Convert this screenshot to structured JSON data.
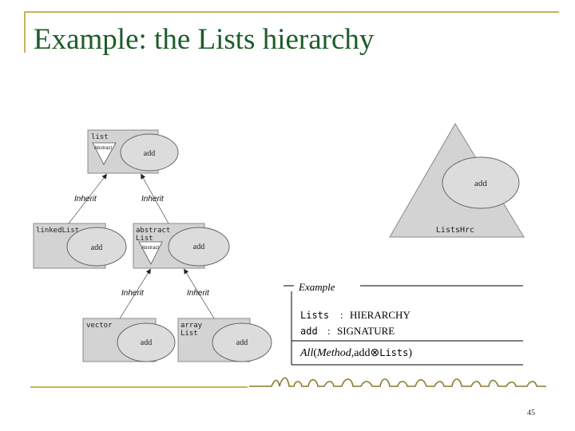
{
  "slide": {
    "title": "Example: the Lists hierarchy",
    "number": "45"
  },
  "hierarchy": {
    "nodes": {
      "list": {
        "name": "list",
        "method": "add",
        "abstract_label": "Abstract"
      },
      "linked_list": {
        "name": "linkedList",
        "method": "add"
      },
      "abstract_list": {
        "name_line1": "abstract",
        "name_line2": "List",
        "method": "add",
        "abstract_label": "Abstract"
      },
      "vector": {
        "name": "vector",
        "method": "add"
      },
      "array_list": {
        "name_line1": "array",
        "name_line2": "List",
        "method": "add"
      }
    },
    "edge_label": "Inherit"
  },
  "hrc": {
    "method": "add",
    "label": "ListsHrc"
  },
  "spec": {
    "heading": "Example",
    "line1_name": "Lists",
    "line1_type": "HIERARCHY",
    "line2_name": "add",
    "line2_type": "SIGNATURE",
    "colon": ":",
    "formula_quantifier": "All",
    "formula_open": "(",
    "formula_var": "Method",
    "formula_sep": ",",
    "formula_method": "add",
    "formula_op": "⊗",
    "formula_arg": "Lists",
    "formula_close": ")"
  },
  "colors": {
    "title": "#1d5c2a",
    "accent_rule": "#c8b35a",
    "box_fill": "#d3d3d3",
    "ellipse_fill": "#dcdcdc",
    "signature_strip": "#8b7a2a"
  }
}
